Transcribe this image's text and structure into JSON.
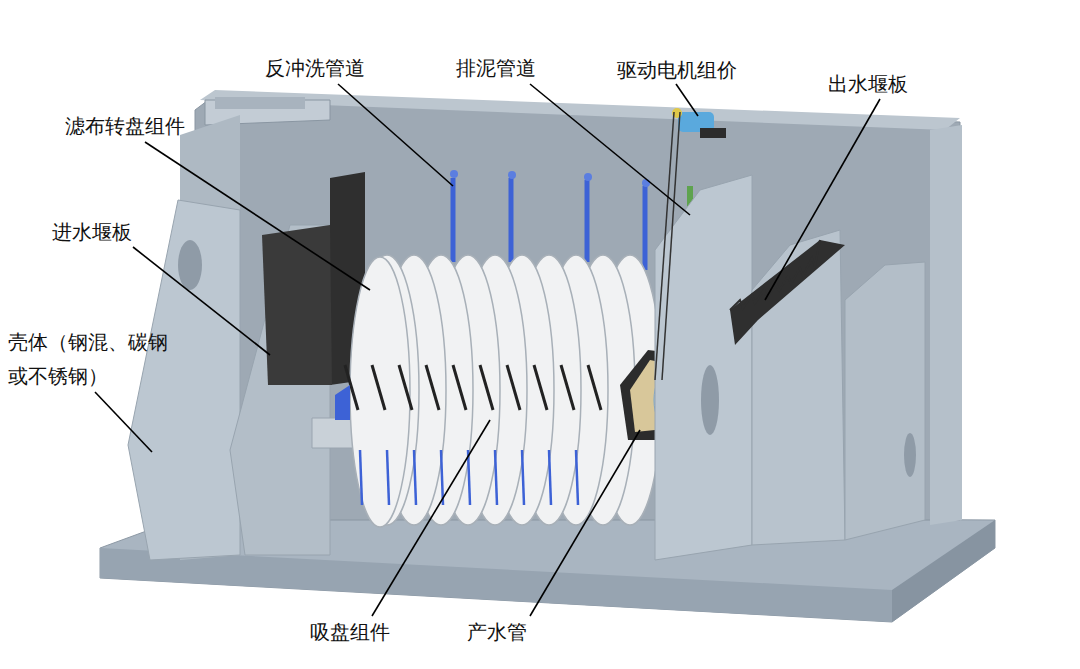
{
  "diagram": {
    "labels": [
      "反冲洗管道",
      "排泥管道",
      "驱动电机组价",
      "出水堰板",
      "滤布转盘组件",
      "进水堰板",
      "壳体（钢混、碳钢 或不锈钢）",
      "吸盘组件",
      "产水管"
    ]
  }
}
